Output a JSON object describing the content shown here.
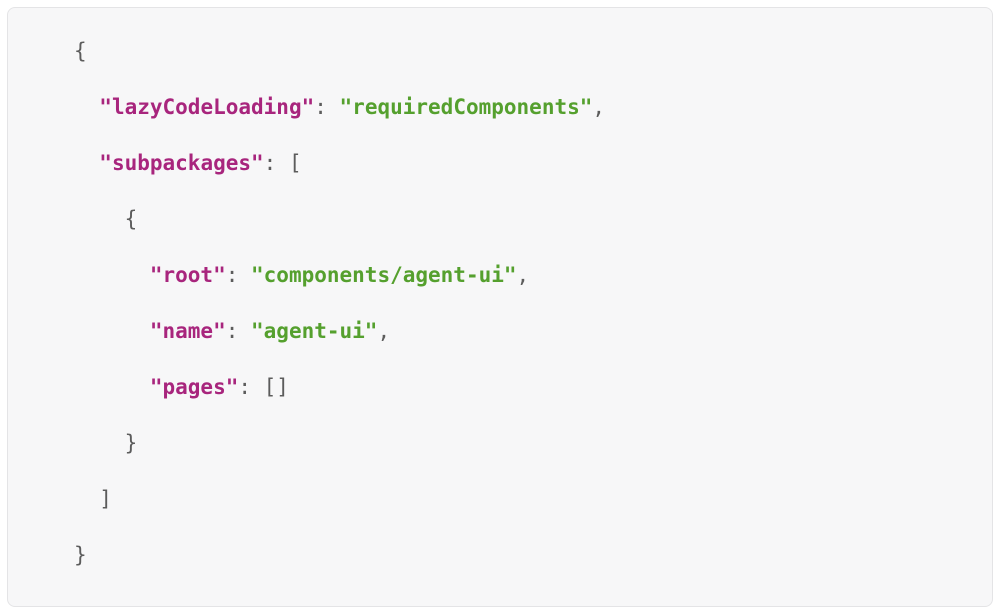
{
  "code": {
    "language": "json",
    "colors": {
      "background": "#f7f7f8",
      "border": "#e4e4e6",
      "punctuation": "#5c5c5c",
      "key": "#a8257d",
      "string": "#55a02e"
    },
    "lines": [
      {
        "tokens": [
          {
            "t": "{",
            "c": "p"
          }
        ]
      },
      {
        "tokens": [
          {
            "t": "  ",
            "c": "p"
          },
          {
            "t": "\"lazyCodeLoading\"",
            "c": "k"
          },
          {
            "t": ": ",
            "c": "p"
          },
          {
            "t": "\"requiredComponents\"",
            "c": "s"
          },
          {
            "t": ",",
            "c": "p"
          }
        ]
      },
      {
        "tokens": [
          {
            "t": "  ",
            "c": "p"
          },
          {
            "t": "\"subpackages\"",
            "c": "k"
          },
          {
            "t": ": [",
            "c": "p"
          }
        ]
      },
      {
        "tokens": [
          {
            "t": "    {",
            "c": "p"
          }
        ]
      },
      {
        "tokens": [
          {
            "t": "      ",
            "c": "p"
          },
          {
            "t": "\"root\"",
            "c": "k"
          },
          {
            "t": ": ",
            "c": "p"
          },
          {
            "t": "\"components/agent-ui\"",
            "c": "s"
          },
          {
            "t": ",",
            "c": "p"
          }
        ]
      },
      {
        "tokens": [
          {
            "t": "      ",
            "c": "p"
          },
          {
            "t": "\"name\"",
            "c": "k"
          },
          {
            "t": ": ",
            "c": "p"
          },
          {
            "t": "\"agent-ui\"",
            "c": "s"
          },
          {
            "t": ",",
            "c": "p"
          }
        ]
      },
      {
        "tokens": [
          {
            "t": "      ",
            "c": "p"
          },
          {
            "t": "\"pages\"",
            "c": "k"
          },
          {
            "t": ": []",
            "c": "p"
          }
        ]
      },
      {
        "tokens": [
          {
            "t": "    }",
            "c": "p"
          }
        ]
      },
      {
        "tokens": [
          {
            "t": "  ]",
            "c": "p"
          }
        ]
      },
      {
        "tokens": [
          {
            "t": "}",
            "c": "p"
          }
        ]
      }
    ]
  }
}
